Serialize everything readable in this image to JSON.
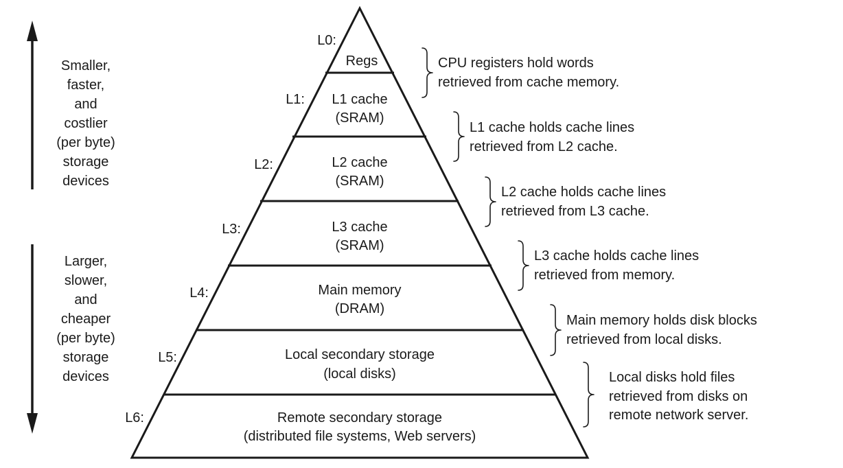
{
  "levels": [
    {
      "id": "L0",
      "label": "L0:",
      "text": [
        "Regs"
      ],
      "note": [
        "CPU registers hold words",
        "retrieved from cache memory."
      ]
    },
    {
      "id": "L1",
      "label": "L1:",
      "text": [
        "L1 cache",
        "(SRAM)"
      ],
      "note": [
        "L1 cache holds cache lines",
        "retrieved from L2 cache."
      ]
    },
    {
      "id": "L2",
      "label": "L2:",
      "text": [
        "L2 cache",
        "(SRAM)"
      ],
      "note": [
        "L2 cache holds cache lines",
        "retrieved from L3 cache."
      ]
    },
    {
      "id": "L3",
      "label": "L3:",
      "text": [
        "L3 cache",
        "(SRAM)"
      ],
      "note": [
        "L3 cache holds cache lines",
        "retrieved from memory."
      ]
    },
    {
      "id": "L4",
      "label": "L4:",
      "text": [
        "Main memory",
        "(DRAM)"
      ],
      "note": [
        "Main memory holds disk blocks",
        "retrieved from local disks."
      ]
    },
    {
      "id": "L5",
      "label": "L5:",
      "text": [
        "Local secondary storage",
        "(local disks)"
      ],
      "note": [
        "Local disks hold files",
        "retrieved from disks on",
        "remote network server."
      ]
    },
    {
      "id": "L6",
      "label": "L6:",
      "text": [
        "Remote secondary storage",
        "(distributed file systems, Web servers)"
      ],
      "note": []
    }
  ],
  "side_top": [
    "Smaller,",
    "faster,",
    "and",
    "costlier",
    "(per byte)",
    "storage",
    "devices"
  ],
  "side_bottom": [
    "Larger,",
    "slower,",
    "and",
    "cheaper",
    "(per byte)",
    "storage",
    "devices"
  ]
}
